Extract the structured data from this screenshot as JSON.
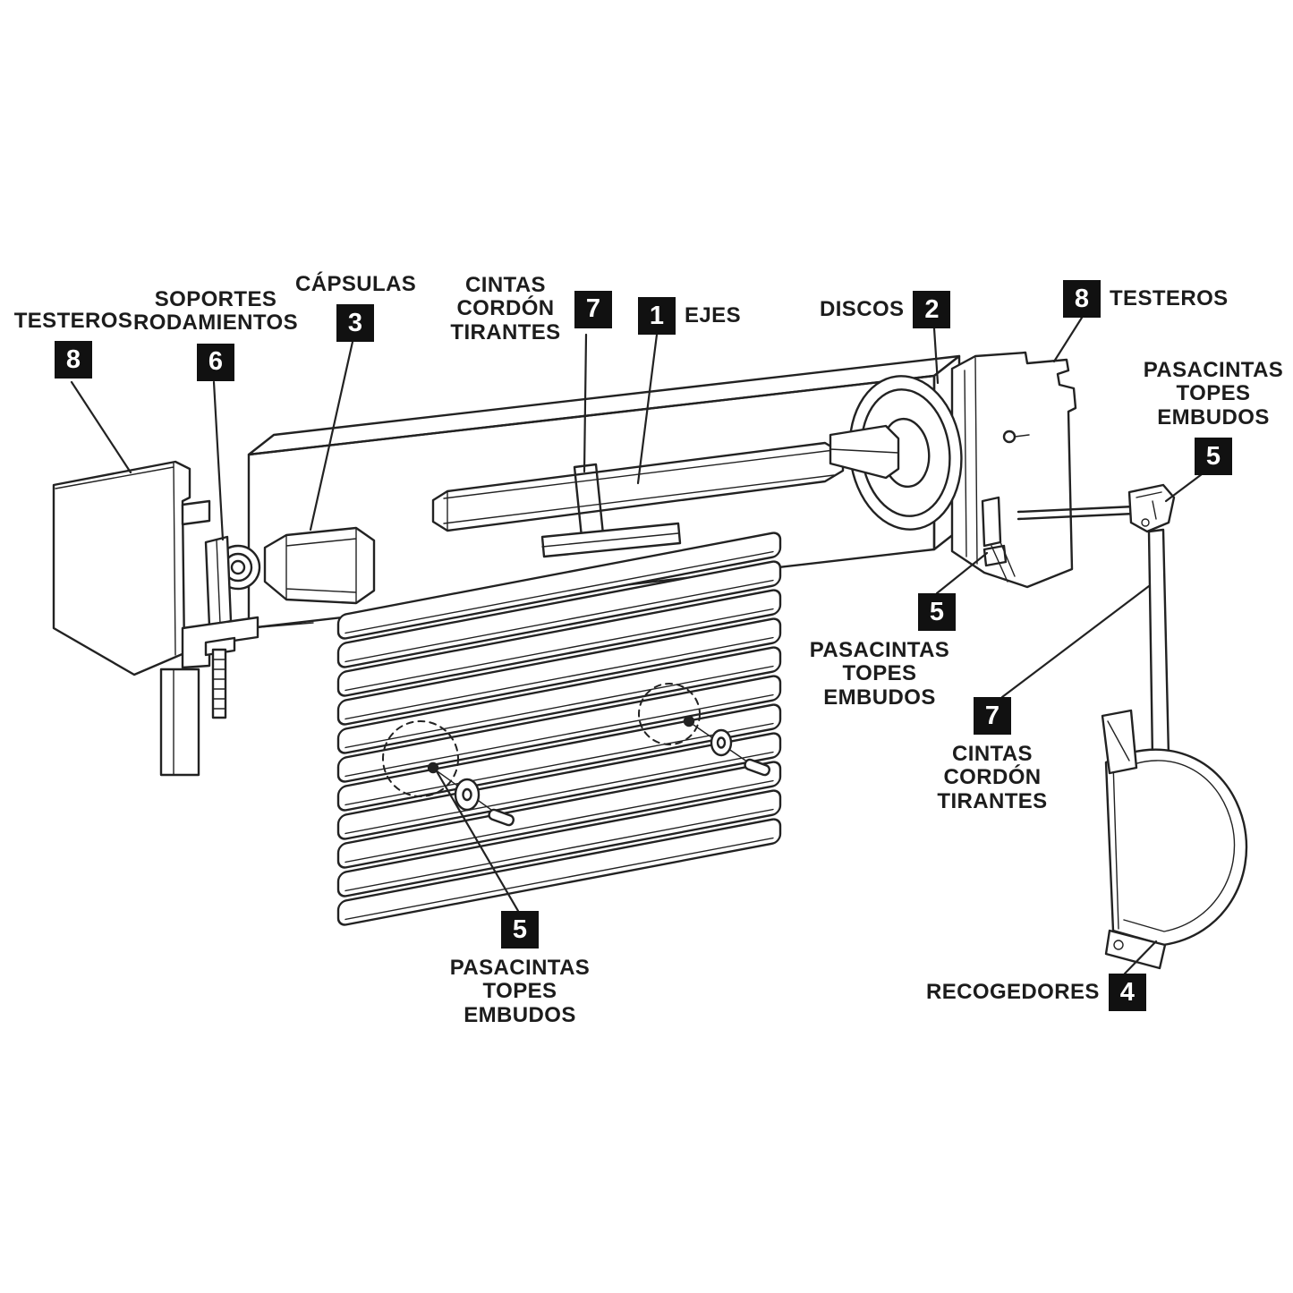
{
  "diagram": {
    "background": "#ffffff",
    "ink": "#222222",
    "badge_bg": "#111111",
    "badge_fg": "#ffffff"
  },
  "labels": {
    "testeros_left": {
      "text": "TESTEROS",
      "num": "8"
    },
    "soportes_rodamientos": {
      "text": "SOPORTES\nRODAMIENTOS",
      "num": "6"
    },
    "capsulas": {
      "text": "CÁPSULAS",
      "num": "3"
    },
    "cintas_cordon_top": {
      "text": "CINTAS\nCORDÓN\nTIRANTES",
      "num": "7"
    },
    "ejes": {
      "text": "EJES",
      "num": "1"
    },
    "discos": {
      "text": "DISCOS",
      "num": "2"
    },
    "testeros_right": {
      "text": "TESTEROS",
      "num": "8"
    },
    "pasacintas_right": {
      "text": "PASACINTAS\nTOPES\nEMBUDOS",
      "num": "5"
    },
    "pasacintas_mid": {
      "text": "PASACINTAS\nTOPES\nEMBUDOS",
      "num": "5"
    },
    "cintas_cordon_right": {
      "text": "CINTAS\nCORDÓN\nTIRANTES",
      "num": "7"
    },
    "pasacintas_bottom": {
      "text": "PASACINTAS\nTOPES\nEMBUDOS",
      "num": "5"
    },
    "recogedores": {
      "text": "RECOGEDORES",
      "num": "4"
    }
  }
}
